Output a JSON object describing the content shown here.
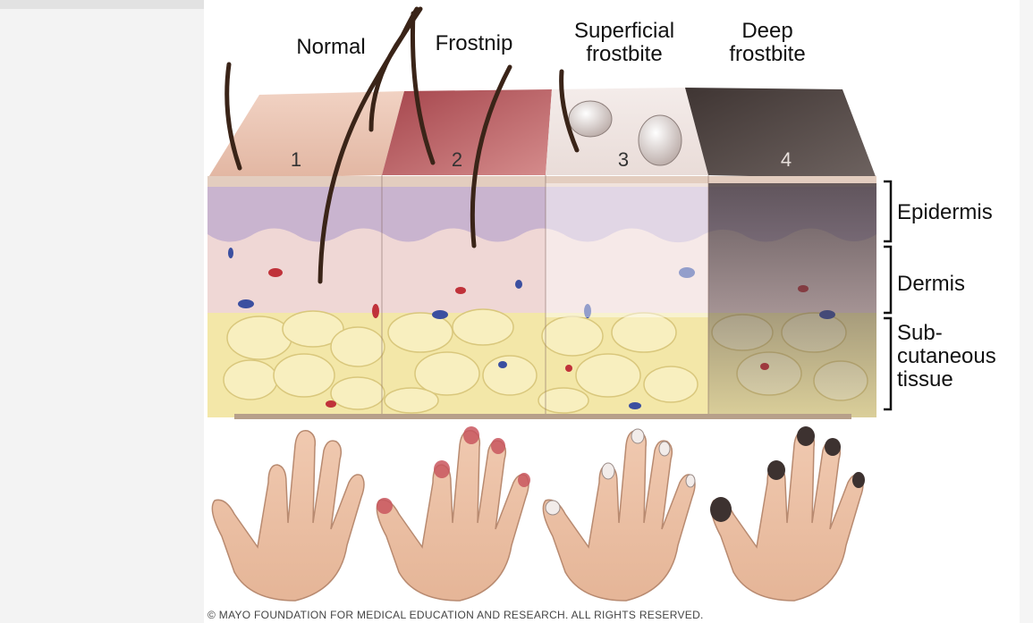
{
  "stages": [
    {
      "label": "Normal",
      "number": "1"
    },
    {
      "label": "Frostnip",
      "number": "2"
    },
    {
      "label": "Superficial\nfrostbite",
      "number": "3"
    },
    {
      "label": "Deep\nfrostbite",
      "number": "4"
    }
  ],
  "layers": {
    "epidermis": "Epidermis",
    "dermis": "Dermis",
    "subcutaneous": "Sub-\ncutaneous\ntissue"
  },
  "copyright": "© MAYO FOUNDATION FOR MEDICAL EDUCATION AND RESEARCH. ALL RIGHTS RESERVED.",
  "colors": {
    "normal_skin": "#e9c5b4",
    "frostnip_skin": "#c06a6e",
    "superficial_skin": "#efe4e0",
    "deep_skin": "#5a4f4c",
    "fat": "#f3e7a8",
    "epidermis": "#c9b4cf",
    "dermis": "#efd7d5"
  }
}
